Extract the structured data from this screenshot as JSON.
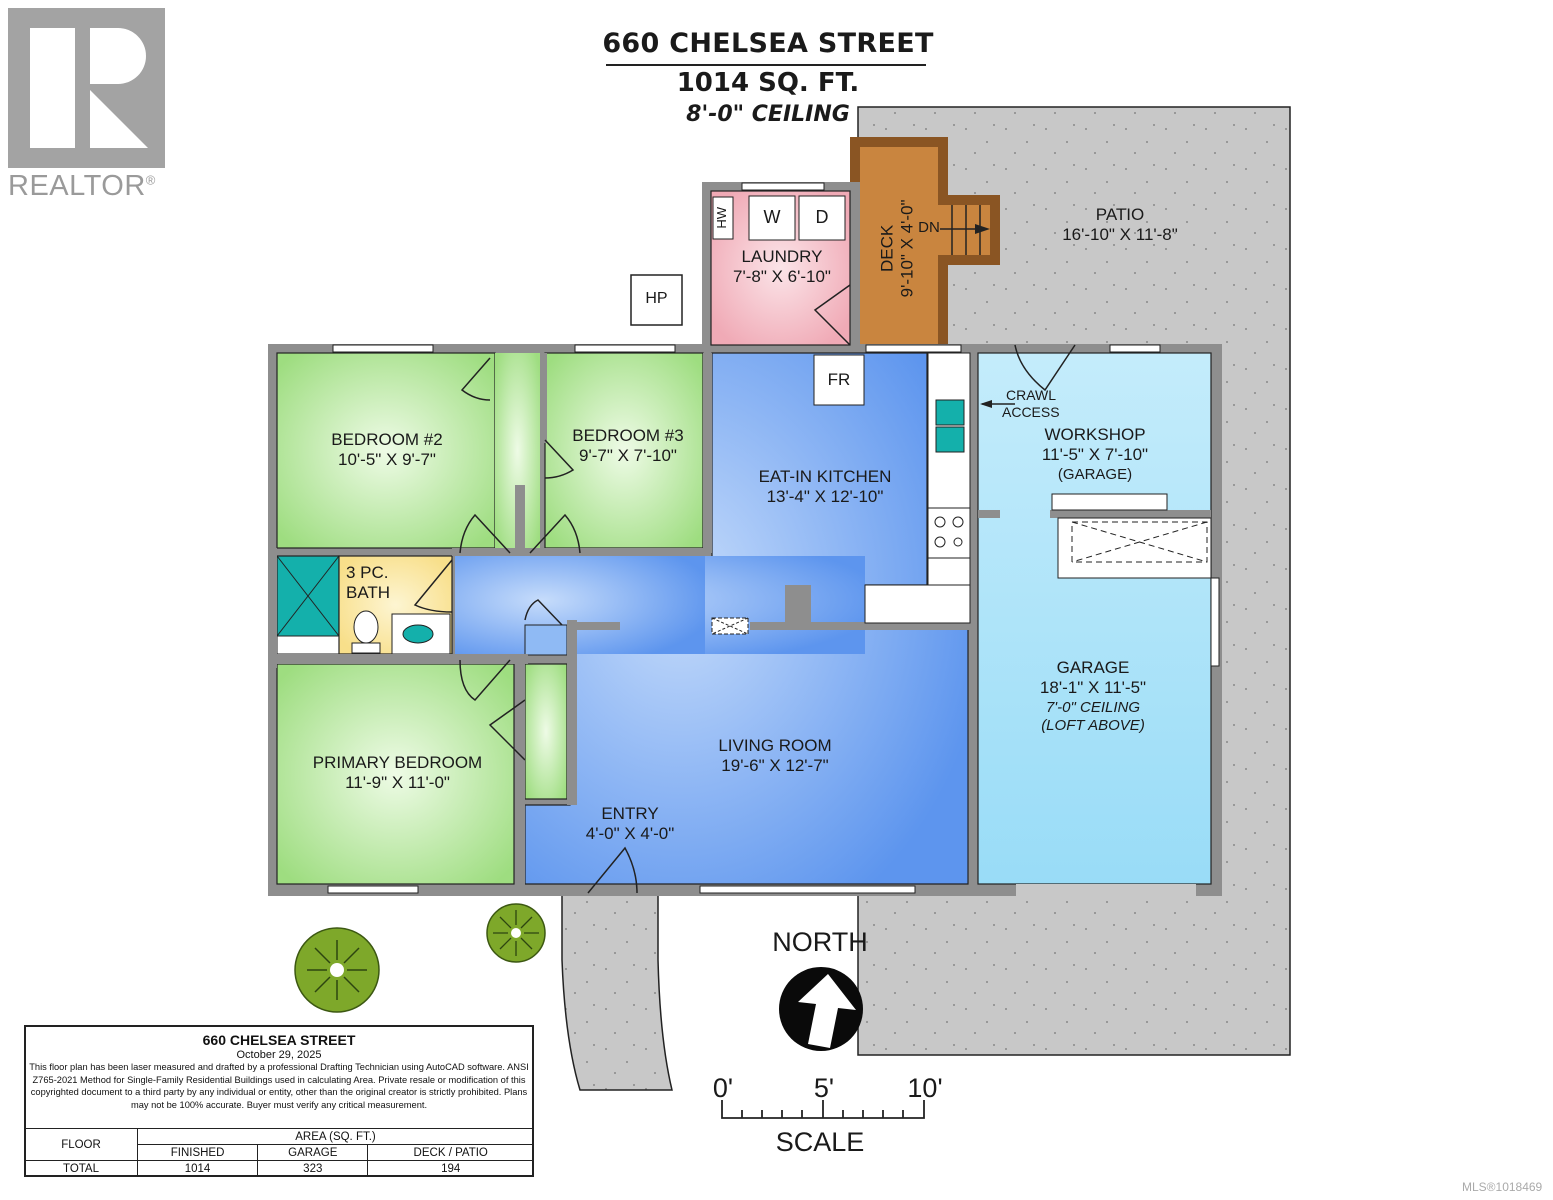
{
  "header": {
    "address": "660 CHELSEA STREET",
    "area": "1014 SQ. FT.",
    "ceiling": "8'-0\" CEILING"
  },
  "logo": {
    "icon": "realtor-r-logo-icon",
    "text": "REALTOR",
    "mark": "®"
  },
  "rooms": {
    "bedroom2": {
      "name": "BEDROOM #2",
      "dims": "10'-5\" X 9'-7\""
    },
    "bedroom3": {
      "name": "BEDROOM #3",
      "dims": "9'-7\" X 7'-10\""
    },
    "bath": {
      "name_line1": "3 PC.",
      "name_line2": "BATH"
    },
    "primary": {
      "name": "PRIMARY BEDROOM",
      "dims": "11'-9\" X 11'-0\""
    },
    "kitchen": {
      "name": "EAT-IN KITCHEN",
      "dims": "13'-4\" X 12'-10\""
    },
    "living": {
      "name": "LIVING ROOM",
      "dims": "19'-6\" X 12'-7\""
    },
    "entry": {
      "name": "ENTRY",
      "dims": "4'-0\" X 4'-0\""
    },
    "laundry": {
      "name": "LAUNDRY",
      "dims": "7'-8\" X 6'-10\""
    },
    "deck": {
      "name": "DECK",
      "dims": "9'-10\" X 4'-0\""
    },
    "patio": {
      "name": "PATIO",
      "dims": "16'-10\" X 11'-8\""
    },
    "workshop": {
      "name": "WORKSHOP",
      "dims": "11'-5\" X 7'-10\"",
      "note": "(GARAGE)"
    },
    "garage": {
      "name": "GARAGE",
      "dims": "18'-1\" X 11'-5\"",
      "ceiling": "7'-0\" CEILING",
      "note": "(LOFT ABOVE)"
    }
  },
  "fixtures": {
    "hw": "HW",
    "washer": "W",
    "dryer": "D",
    "heat_pump": "HP",
    "fridge": "FR",
    "stairs_down": "DN",
    "crawl_line1": "CRAWL",
    "crawl_line2": "ACCESS"
  },
  "compass": {
    "label": "NORTH",
    "icon": "north-arrow-icon"
  },
  "scale": {
    "label": "SCALE",
    "ticks": [
      "0'",
      "5'",
      "10'"
    ]
  },
  "info_box": {
    "title": "660 CHELSEA STREET",
    "date": "October 29, 2025",
    "note": "This floor plan has been laser measured and drafted by a professional Drafting Technician using AutoCAD software. ANSI Z765-2021 Method for Single-Family Residential Buildings used in calculating Area. Private resale or modification of this copyrighted document to a third party by any individual or entity, other than the original creator is strictly prohibited. Plans may not be 100% accurate.  Buyer must verify any critical measurement.",
    "table": {
      "floor_header": "FLOOR",
      "area_header": "AREA (SQ. FT.)",
      "columns": [
        "FINISHED",
        "GARAGE",
        "DECK / PATIO"
      ],
      "row_label": "TOTAL",
      "values": [
        "1014",
        "323",
        "194"
      ]
    }
  },
  "footer": {
    "mls": "MLS®1018469"
  },
  "colors": {
    "wall": "#8e8e8e",
    "bedroom_green": "#a8e08a",
    "living_blue": "#6aa0f0",
    "garage_cyan": "#a6e2f8",
    "laundry_pink": "#f2b8c0",
    "deck_brown": "#c9853f",
    "patio_gray": "#c8c8c8",
    "bath_yellow": "#fbe9a6",
    "fixture_teal": "#14b0ab"
  }
}
